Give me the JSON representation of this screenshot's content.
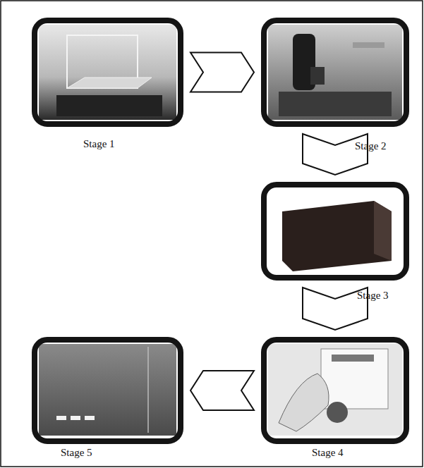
{
  "diagram": {
    "nodes": [
      {
        "text": [
          "Stage 1"
        ]
      },
      {
        "text": [
          "Stage 2"
        ]
      },
      {
        "text": [
          "Stage 3"
        ]
      },
      {
        "text": [
          "Stage 4"
        ]
      },
      {
        "text": [
          "Stage 5"
        ]
      }
    ],
    "edges": [
      {
        "from": 0,
        "to": 1,
        "arrow": "to"
      },
      {
        "from": 1,
        "to": 2,
        "arrow": "to"
      },
      {
        "from": 2,
        "to": 3,
        "arrow": "to"
      },
      {
        "from": 3,
        "to": 4,
        "arrow": "to"
      }
    ]
  }
}
